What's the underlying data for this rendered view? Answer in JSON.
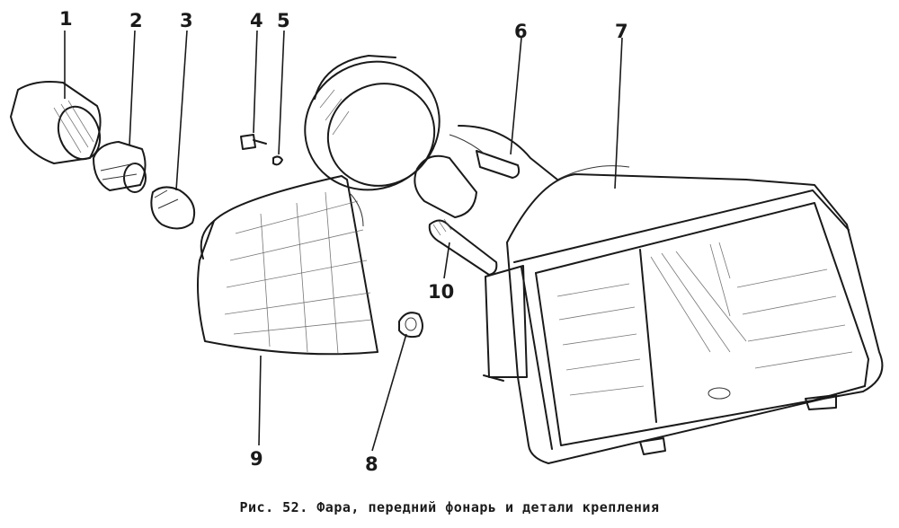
{
  "callouts": {
    "c1": "1",
    "c2": "2",
    "c3": "3",
    "c4": "4",
    "c5": "5",
    "c6": "6",
    "c7": "7",
    "c8": "8",
    "c9": "9",
    "c10": "10"
  },
  "caption": "Рис. 52. Фара, передний фонарь и детали крепления",
  "colors": {
    "ink": "#1a1a1a",
    "paper": "#ffffff"
  }
}
